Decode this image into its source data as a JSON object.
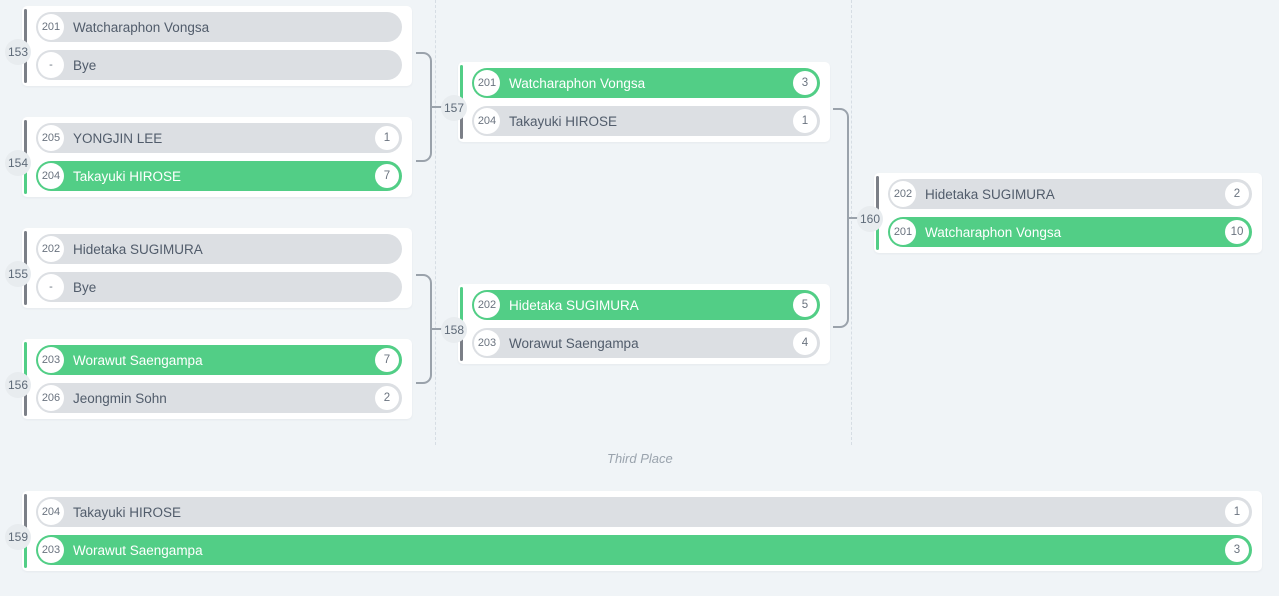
{
  "labels": {
    "third_place": "Third Place",
    "bye": "Bye",
    "bye_num": "-"
  },
  "colors": {
    "winner_green": "#52ce86",
    "slot_grey": "#dcdfe3",
    "page_bg": "#f0f4f7",
    "connector": "#9aa2ab"
  },
  "rounds": [
    {
      "name": "round-1",
      "matches": [
        {
          "number": "153",
          "slots": [
            {
              "num": "201",
              "name": "Watcharaphon Vongsa",
              "score": "",
              "winner": false
            },
            {
              "num": "-",
              "name": "Bye",
              "score": "",
              "winner": false
            }
          ]
        },
        {
          "number": "154",
          "slots": [
            {
              "num": "205",
              "name": "YONGJIN LEE",
              "score": "1",
              "winner": false
            },
            {
              "num": "204",
              "name": "Takayuki HIROSE",
              "score": "7",
              "winner": true
            }
          ]
        },
        {
          "number": "155",
          "slots": [
            {
              "num": "202",
              "name": "Hidetaka SUGIMURA",
              "score": "",
              "winner": false
            },
            {
              "num": "-",
              "name": "Bye",
              "score": "",
              "winner": false
            }
          ]
        },
        {
          "number": "156",
          "slots": [
            {
              "num": "203",
              "name": "Worawut Saengampa",
              "score": "7",
              "winner": true
            },
            {
              "num": "206",
              "name": "Jeongmin Sohn",
              "score": "2",
              "winner": false
            }
          ]
        }
      ]
    },
    {
      "name": "round-2",
      "matches": [
        {
          "number": "157",
          "slots": [
            {
              "num": "201",
              "name": "Watcharaphon Vongsa",
              "score": "3",
              "winner": true
            },
            {
              "num": "204",
              "name": "Takayuki HIROSE",
              "score": "1",
              "winner": false
            }
          ]
        },
        {
          "number": "158",
          "slots": [
            {
              "num": "202",
              "name": "Hidetaka SUGIMURA",
              "score": "5",
              "winner": true
            },
            {
              "num": "203",
              "name": "Worawut Saengampa",
              "score": "4",
              "winner": false
            }
          ]
        }
      ]
    },
    {
      "name": "round-3",
      "matches": [
        {
          "number": "160",
          "slots": [
            {
              "num": "202",
              "name": "Hidetaka SUGIMURA",
              "score": "2",
              "winner": false
            },
            {
              "num": "201",
              "name": "Watcharaphon Vongsa",
              "score": "10",
              "winner": true
            }
          ]
        }
      ]
    }
  ],
  "third_place_match": {
    "number": "159",
    "slots": [
      {
        "num": "204",
        "name": "Takayuki HIROSE",
        "score": "1",
        "winner": false
      },
      {
        "num": "203",
        "name": "Worawut Saengampa",
        "score": "3",
        "winner": true
      }
    ]
  }
}
